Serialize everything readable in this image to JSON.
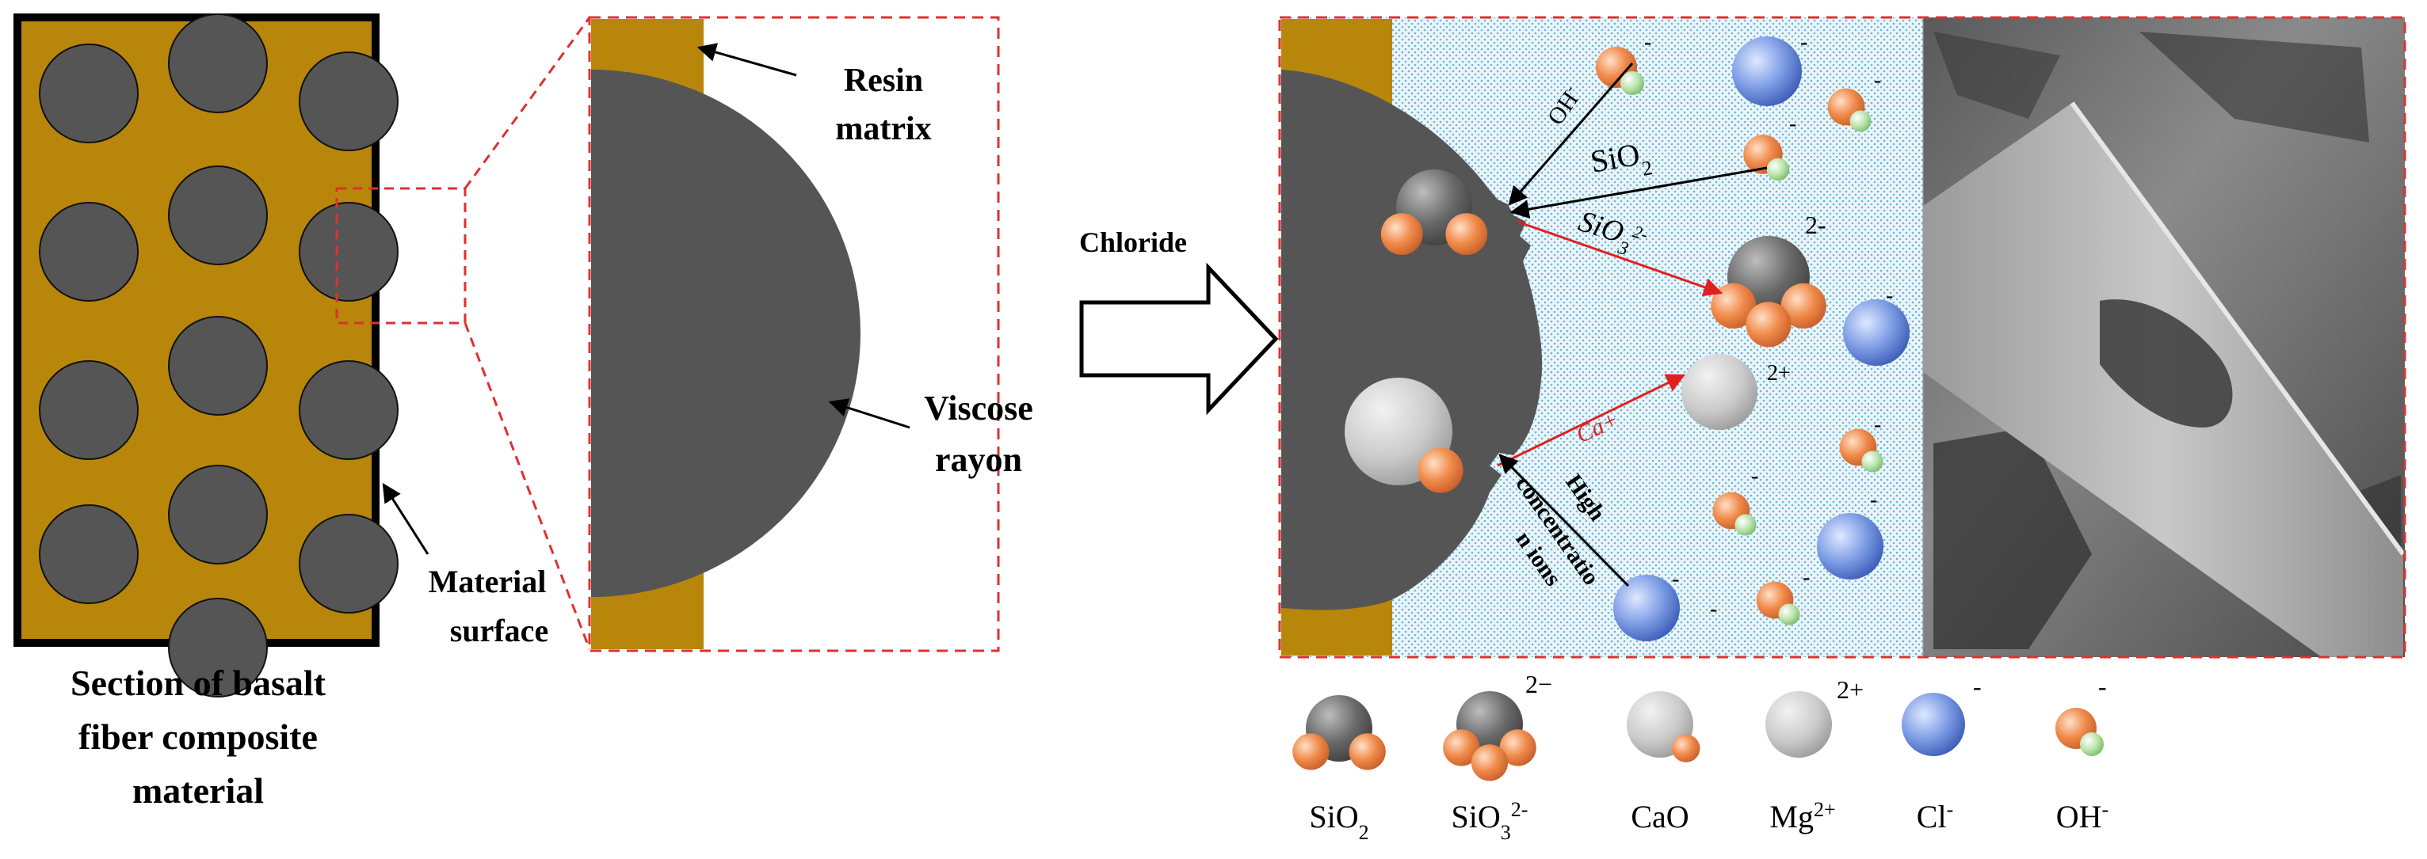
{
  "colors": {
    "resin": "#b8860b",
    "fiber": "#555555",
    "dashed": "#e03030",
    "solution": "#d9eef5",
    "cl": "#5b7fd6",
    "oh_o": "#ef8a4e",
    "oh_h": "#a6d99a",
    "sio": "#6b6b6b",
    "cao": "#cfcfcf"
  },
  "panel_left": {
    "caption_line1": "Section of basalt",
    "caption_line2": "fiber composite",
    "caption_line3": "material",
    "surface_line1": "Material",
    "surface_line2": "surface"
  },
  "panel_zoom": {
    "resin_line1": "Resin",
    "resin_line2": "matrix",
    "rayon_line1": "Viscose",
    "rayon_line2": "rayon"
  },
  "arrow_label": "Chloride",
  "panel_reaction": {
    "oh_label": "OH",
    "oh_sup": "-",
    "sio2_label": "SiO",
    "sio2_sub": "2",
    "sio3_label": "SiO",
    "sio3_sub": "3",
    "sio3_sup": "2-",
    "ca_label": "Ca+",
    "high_conc_line1": "High",
    "high_conc_line2": "concentratio",
    "high_conc_line3": "n ions",
    "charge_2minus": "2-",
    "charge_2plus": "2+",
    "charge_minus": "-"
  },
  "legend": [
    {
      "name": "SiO",
      "sub": "2",
      "sup": ""
    },
    {
      "name": "SiO",
      "sub": "3",
      "sup": "2-"
    },
    {
      "name": "CaO",
      "sub": "",
      "sup": ""
    },
    {
      "name": "Mg",
      "sub": "",
      "sup": "2+"
    },
    {
      "name": "Cl",
      "sub": "",
      "sup": "-"
    },
    {
      "name": "OH",
      "sub": "",
      "sup": "-"
    }
  ],
  "legend_charges": {
    "sio3": "2−",
    "mg": "2+",
    "cl": "-",
    "oh": "-"
  }
}
